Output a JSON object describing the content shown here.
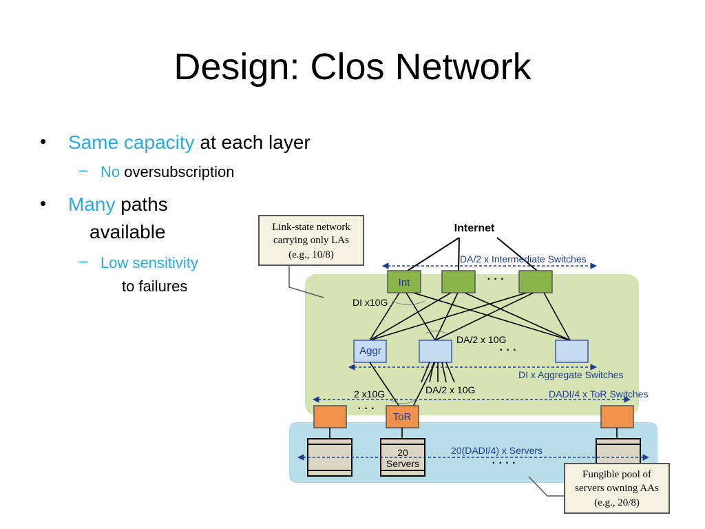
{
  "slide": {
    "title": "Design: Clos Network"
  },
  "bullets": [
    {
      "accent": "Same capacity",
      "text": " at each layer",
      "sub": [
        {
          "accent": "No",
          "text": " oversubscription"
        }
      ]
    },
    {
      "accent": "Many",
      "text": " paths",
      "text_line2": "available",
      "sub": [
        {
          "accent": "Low sensitivity",
          "text_line2": "to failures"
        }
      ]
    }
  ],
  "diagram": {
    "internet_label": "Internet",
    "callout_top": [
      "Link-state network",
      "carrying  only LAs",
      "(e.g., 10/8)"
    ],
    "callout_bottom": [
      "Fungible pool of",
      "servers owning AAs",
      "(e.g., 20/8)"
    ],
    "intermediate_count": "DA/2 x Intermediate Switches",
    "int_label": "Int",
    "di_link": "DI x10G",
    "aggr_label": "Aggr",
    "da_link_top": "DA/2 x 10G",
    "aggregate_count": "DI x Aggregate Switches",
    "tor_link_left": "2 x10G",
    "da_link_bottom": "DA/2 x 10G",
    "tor_count": "DADI/4  x  ToR Switches",
    "tor_label": "ToR",
    "server_label": [
      "20",
      "Servers"
    ],
    "server_count": "20(DADI/4) x Servers",
    "ellipsis": "· · ·",
    "ellipsis4": "· · · ·",
    "colors": {
      "accent": "#29abe2",
      "green_zone": "#d6e4b4",
      "blue_zone": "#b7dde9",
      "int_switch": "#8ab54a",
      "aggr_switch": "#c6dbf2",
      "tor_switch": "#f0924b",
      "label_blue": "#1f3c8c"
    }
  }
}
